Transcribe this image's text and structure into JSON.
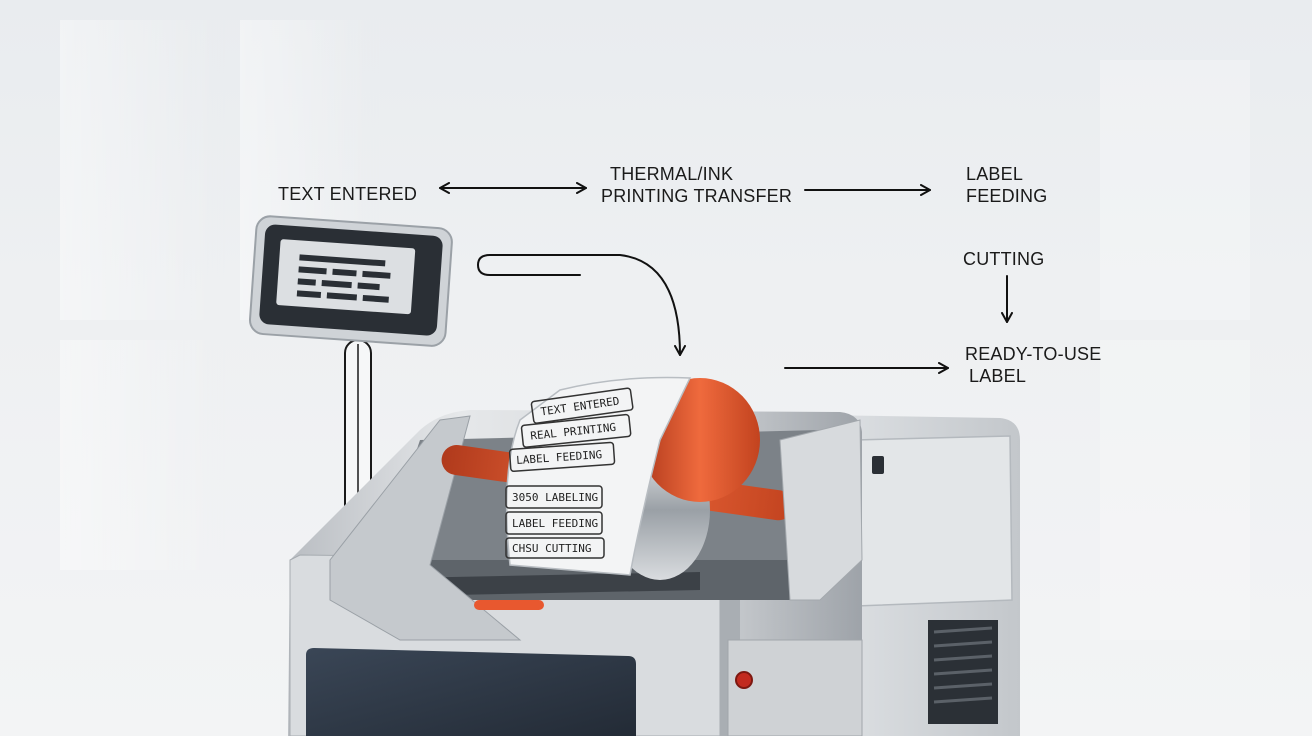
{
  "steps": {
    "text_entered": "TEXT ENTERED",
    "thermal_line1": "THERMAL/INK",
    "thermal_line2": "PRINTING TRANSFER",
    "feeding_line1": "LABEL",
    "feeding_line2": "FEEDING",
    "cutting": "CUTTING",
    "ready_line1": "READY-TO-USE",
    "ready_line2": "LABEL"
  },
  "screen_icon": "text-lines-icon",
  "roll_labels": [
    "TEXT ENTERED",
    "REAL PRINTING",
    "LABEL FEEDING",
    "3050 LABELING",
    "LABEL FEEDING",
    "CHSU CUTTING"
  ],
  "colors": {
    "accent": "#e8582f",
    "machine": "#c9ccd0",
    "machine_dark": "#6f747a",
    "window": "#2f3a48",
    "text": "#1a1a1a",
    "indicator": "#c22a1f"
  }
}
